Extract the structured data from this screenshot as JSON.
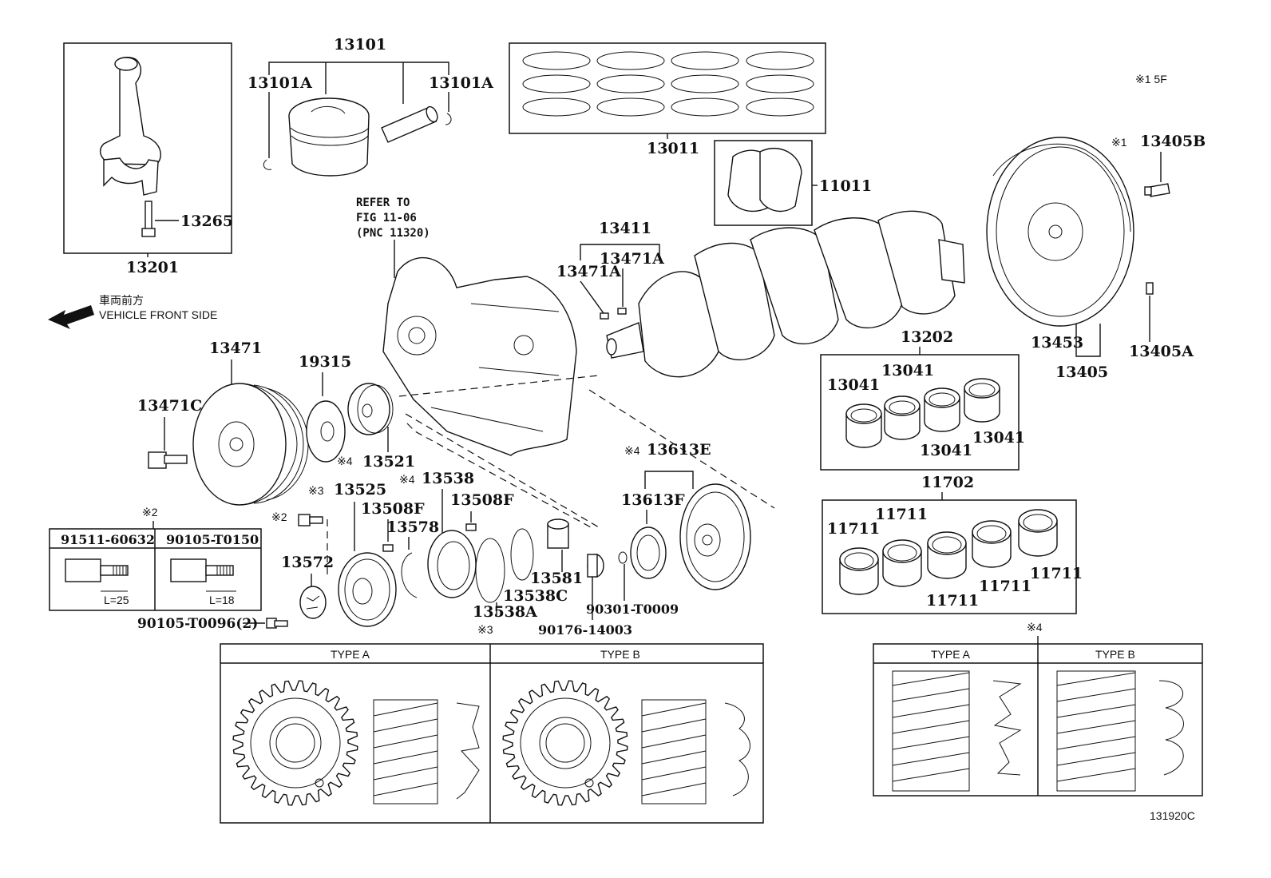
{
  "parts": {
    "p13101": "13101",
    "p13101a_l": "13101A",
    "p13101a_r": "13101A",
    "p13011": "13011",
    "p11011": "11011",
    "p13265": "13265",
    "p13201": "13201",
    "p13411": "13411",
    "p13471a_1": "13471A",
    "p13471a_2": "13471A",
    "p13471": "13471",
    "p13471c": "13471C",
    "p19315": "19315",
    "p13521": "13521",
    "p13525": "13525",
    "p13538": "13538",
    "p13508f_1": "13508F",
    "p13508f_2": "13508F",
    "p13578": "13578",
    "p13572": "13572",
    "p13581": "13581",
    "p13538c": "13538C",
    "p13538a": "13538A",
    "p90301": "90301-T0009",
    "p90176": "90176-14003",
    "p90105_t0096": "90105-T0096(2)",
    "p13613e": "13613E",
    "p13613f": "13613F",
    "p13202": "13202",
    "p13041_1": "13041",
    "p13041_2": "13041",
    "p13041_3": "13041",
    "p13041_4": "13041",
    "p11702": "11702",
    "p11711_1": "11711",
    "p11711_2": "11711",
    "p11711_3": "11711",
    "p11711_4": "11711",
    "p11711_5": "11711",
    "p13405b": "13405B",
    "p13453": "13453",
    "p13405": "13405",
    "p13405a": "13405A"
  },
  "marks": {
    "m1_5f": "※1 5F",
    "m1": "※1",
    "m2_head": "※2",
    "m2_bolt": "※2",
    "m3_13525": "※3",
    "m3_table": "※3",
    "m4_13521": "※4",
    "m4_13538": "※4",
    "m4_13613e": "※4",
    "m4_table": "※4"
  },
  "refer": {
    "line1": "REFER TO",
    "line2": "FIG 11-06",
    "line3": "(PNC 11320)"
  },
  "vehicle_front": {
    "jp": "車両前方",
    "en": "VEHICLE FRONT SIDE"
  },
  "bolt_table": {
    "col1": "91511-60632",
    "col2": "90105-T0150",
    "len1": "L=25",
    "len2": "L=18"
  },
  "gear_types": {
    "a": "TYPE A",
    "b": "TYPE B"
  },
  "pulley_types": {
    "a": "TYPE A",
    "b": "TYPE B"
  },
  "figure_id": "131920C"
}
